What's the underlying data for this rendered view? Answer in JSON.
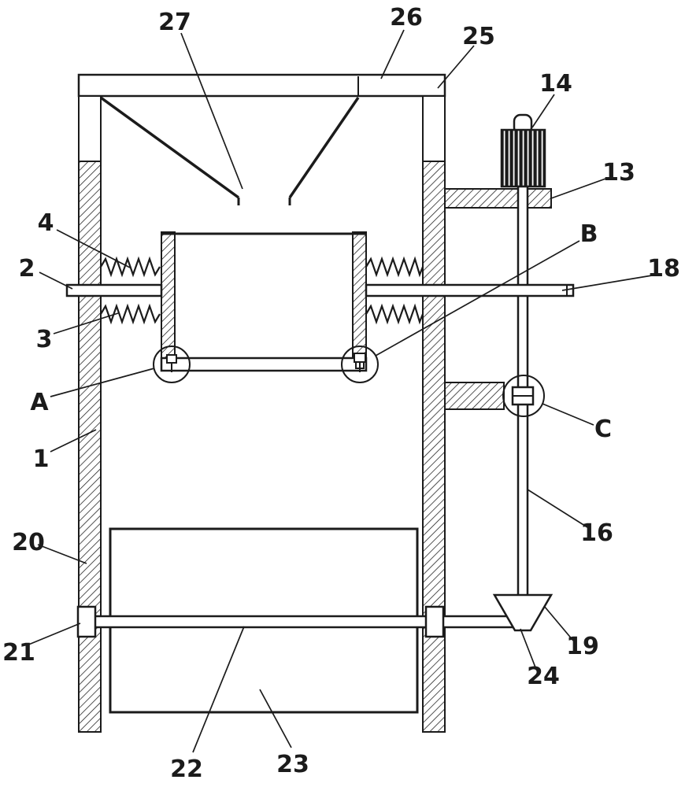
{
  "figure": {
    "kind": "mechanical-patent-line-drawing",
    "background": "#ffffff",
    "line_color": "#1b1b1b"
  },
  "labels": {
    "n27": "27",
    "n26": "26",
    "n25": "25",
    "n14": "14",
    "n13": "13",
    "n18": "18",
    "n16": "16",
    "n19": "19",
    "n24": "24",
    "n23": "23",
    "n22": "22",
    "n21": "21",
    "n20": "20",
    "n1": "1",
    "n2": "2",
    "n3": "3",
    "n4": "4",
    "cA": "A",
    "cB": "B",
    "cC": "C"
  }
}
